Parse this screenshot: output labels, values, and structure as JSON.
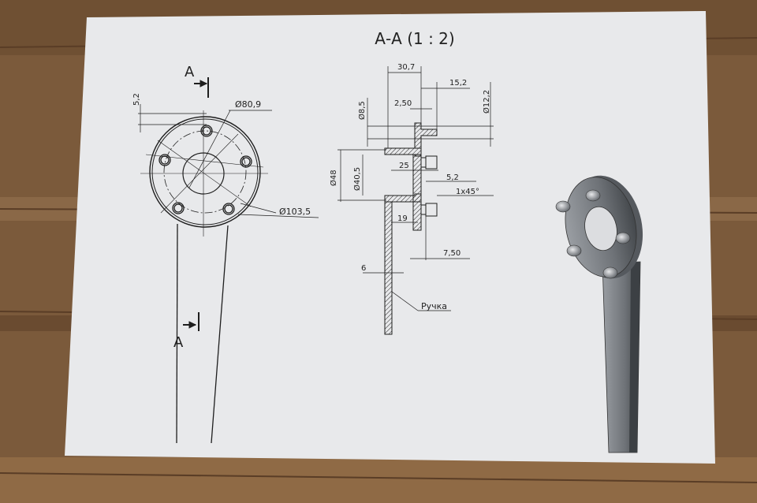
{
  "title": "А-А (1 : 2)",
  "section_markers": {
    "top": "А",
    "bottom": "А"
  },
  "front_view": {
    "dim_pin_offset": "5,2",
    "dim_bolt_circle": "Ø80,9",
    "dim_outer": "Ø103,5"
  },
  "section_view": {
    "dim_30_7": "30,7",
    "dim_15_2": "15,2",
    "dim_2_50": "2,50",
    "dim_d8_5": "Ø8,5",
    "dim_d12_2": "Ø12,2",
    "dim_d48": "Ø48",
    "dim_d40_5": "Ø40,5",
    "dim_25": "25",
    "dim_5_2": "5,2",
    "dim_chamfer": "1x45°",
    "dim_19": "19",
    "dim_7_50": "7,50",
    "dim_6": "6",
    "label_handle": "Ручка"
  },
  "colors": {
    "paper": "#e9eaec",
    "line": "#1e1e1e",
    "wood_dark": "#5e4129",
    "wood_light": "#8a6847",
    "steel": "#7e8287"
  }
}
